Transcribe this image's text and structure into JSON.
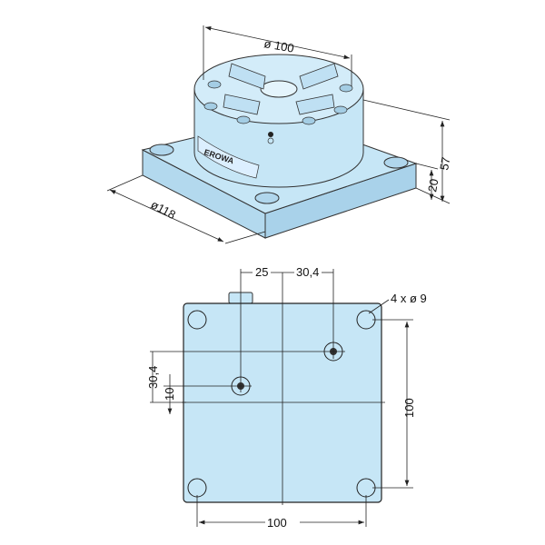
{
  "drawing": {
    "isometric": {
      "dim_diameter_top": "ø 100",
      "dim_diameter_base": "ø118",
      "dim_height_total": "57",
      "dim_height_base": "20",
      "brand_logo": "EROWA"
    },
    "bottom_view": {
      "dim_offset_x1": "25",
      "dim_offset_x2": "30,4",
      "dim_offset_y1": "30,4",
      "dim_offset_y2": "10",
      "hole_callout": "4 x ø 9",
      "dim_width": "100",
      "dim_height": "100"
    },
    "colors": {
      "part_fill": "#c6e6f6",
      "part_shade": "#a9d2ea",
      "stroke": "#333333"
    }
  }
}
